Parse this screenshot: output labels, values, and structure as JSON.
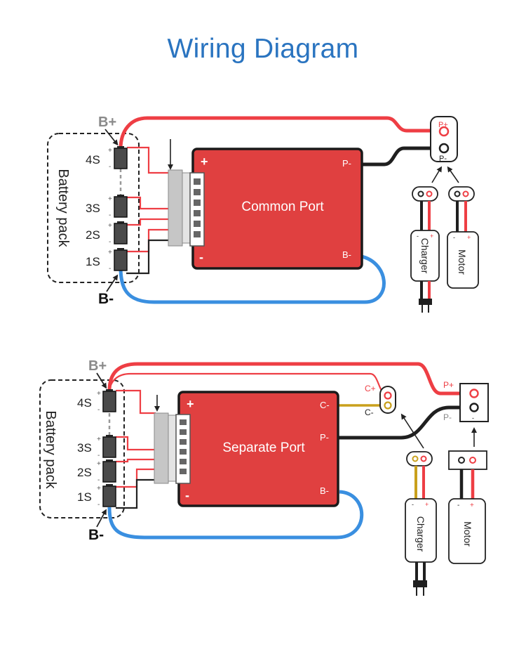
{
  "title": "Wiring Diagram",
  "colors": {
    "title": "#2a74c0",
    "board": "#e04040",
    "positive_wire": "#ee3e44",
    "negative_wire": "#1f1f1f",
    "b_minus_wire": "#3a8fe0",
    "charger_positive": "#c9a01c"
  },
  "diagram1": {
    "battery_pack_label": "Battery pack",
    "b_plus": "B+",
    "b_minus": "B-",
    "cells": [
      "4S",
      "3S",
      "2S",
      "1S"
    ],
    "cell_plus": "+",
    "cell_minus": "-",
    "board_label": "Common Port",
    "board_plus": "+",
    "board_minus": "-",
    "terminals": {
      "p_minus": "P-",
      "b_minus": "B-"
    },
    "port_labels": {
      "p_plus": "P+",
      "p_minus": "P-"
    },
    "charger": {
      "label": "Charger",
      "plus": "+",
      "minus": "-"
    },
    "motor": {
      "label": "Motor",
      "plus": "+",
      "minus": "-"
    }
  },
  "diagram2": {
    "battery_pack_label": "Battery pack",
    "b_plus": "B+",
    "b_minus": "B-",
    "cells": [
      "4S",
      "3S",
      "2S",
      "1S"
    ],
    "cell_plus": "+",
    "cell_minus": "-",
    "board_label": "Separate Port",
    "board_plus": "+",
    "board_minus": "-",
    "terminals": {
      "c_minus": "C-",
      "p_minus": "P-",
      "b_minus": "B-"
    },
    "port_labels": {
      "c_plus": "C+",
      "c_minus": "C-",
      "p_plus": "P+",
      "p_minus": "P-"
    },
    "charger": {
      "label": "Charger",
      "plus": "+",
      "minus": "-"
    },
    "motor": {
      "label": "Motor",
      "plus": "+",
      "minus": "-"
    }
  }
}
